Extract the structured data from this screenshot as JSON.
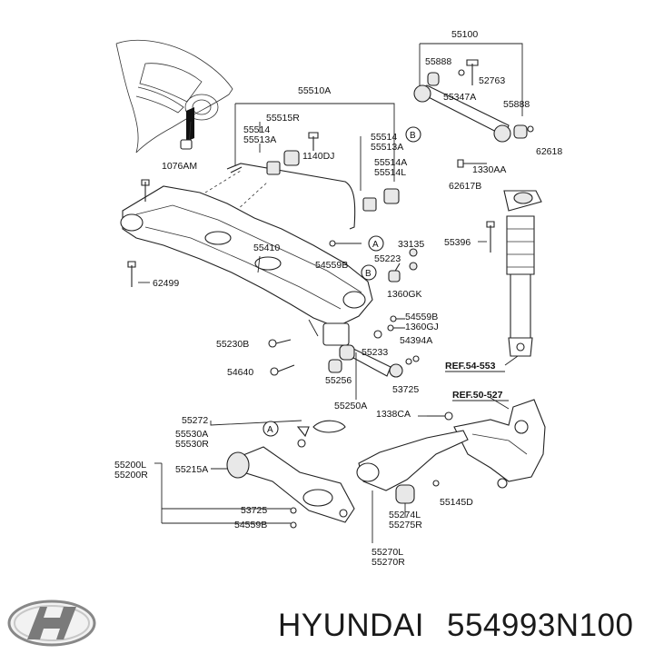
{
  "diagram": {
    "labels": {
      "p55100": "55100",
      "p55888a": "55888",
      "p52763": "52763",
      "p55347A": "55347A",
      "p55888b": "55888",
      "p62618": "62618",
      "p1330AA": "1330AA",
      "p62617B": "62617B",
      "p55510A": "55510A",
      "p55515R": "55515R",
      "p55514a": "55514",
      "p55513Aa": "55513A",
      "p1140DJ": "1140DJ",
      "p55514b": "55514",
      "p55513Ab": "55513A",
      "p55514A": "55514A",
      "p55514L": "55514L",
      "p1076AM": "1076AM",
      "p55410": "55410",
      "p33135": "33135",
      "p55223": "55223",
      "p55396": "55396",
      "p54559Ba": "54559B",
      "p62499": "62499",
      "p1360GK": "1360GK",
      "p54559Bb": "54559B",
      "p1360GJ": "1360GJ",
      "p54394A": "54394A",
      "p55230B": "55230B",
      "p55233": "55233",
      "pREF54553": "REF.54-553",
      "p54640": "54640",
      "p55256": "55256",
      "p53725a": "53725",
      "p55250A": "55250A",
      "pREF50527": "REF.50-527",
      "p55272": "55272",
      "p1338CA": "1338CA",
      "p55530A": "55530A",
      "p55530R": "55530R",
      "p55200L": "55200L",
      "p55200R": "55200R",
      "p55215A": "55215A",
      "p55145D": "55145D",
      "p53725b": "53725",
      "p55274L": "55274L",
      "p55275R": "55275R",
      "p54559Bc": "54559B",
      "p55270L": "55270L",
      "p55270R": "55270R"
    },
    "circle_markers": {
      "a1": "A",
      "a2": "A",
      "b1": "B",
      "b2": "B"
    }
  },
  "footer": {
    "brand": "HYUNDAI",
    "part_number": "554993N100"
  }
}
